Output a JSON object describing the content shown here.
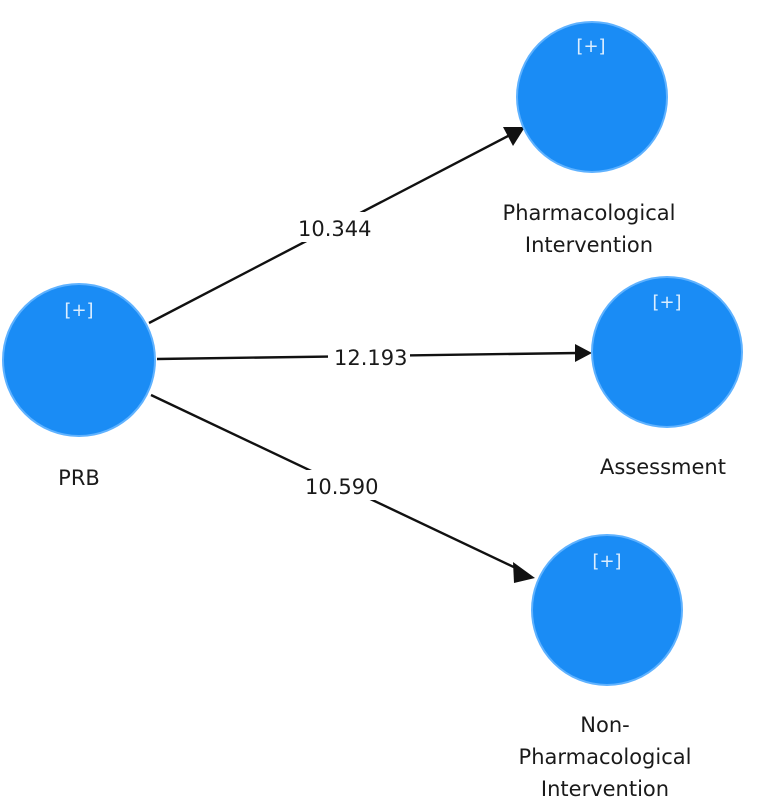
{
  "nodes": {
    "prb": {
      "label": "PRB",
      "marker": "[+]"
    },
    "pharmacological": {
      "label_lines": [
        "Pharmacological",
        "Intervention"
      ],
      "marker": "[+]"
    },
    "assessment": {
      "label": "Assessment",
      "marker": "[+]"
    },
    "non_pharmacological": {
      "label_lines": [
        "Non-",
        "Pharmacological",
        "Intervention"
      ],
      "marker": "[+]"
    }
  },
  "edges": [
    {
      "from": "prb",
      "to": "pharmacological",
      "value": "10.344"
    },
    {
      "from": "prb",
      "to": "assessment",
      "value": "12.193"
    },
    {
      "from": "prb",
      "to": "non_pharmacological",
      "value": "10.590"
    }
  ],
  "colors": {
    "node_fill": "#1a8cf5",
    "node_stroke": "#5fb2ff",
    "edge": "#111111"
  }
}
